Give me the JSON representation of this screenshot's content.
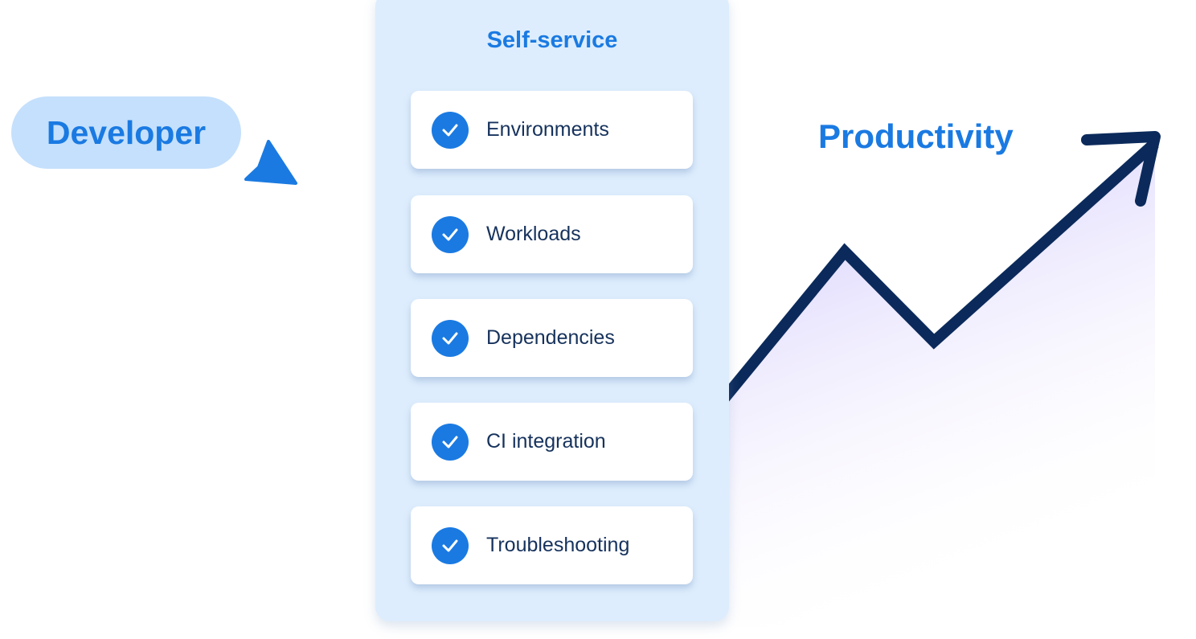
{
  "developer": {
    "label": "Developer"
  },
  "productivity": {
    "label": "Productivity"
  },
  "self_service": {
    "title": "Self-service",
    "items": [
      {
        "label": "Environments"
      },
      {
        "label": "Workloads"
      },
      {
        "label": "Dependencies"
      },
      {
        "label": "CI integration"
      },
      {
        "label": "Troubleshooting"
      }
    ]
  },
  "colors": {
    "accent": "#1a7ae2",
    "panel": "#ddedfd",
    "pill": "#c5e0fc",
    "line": "#0b2a5b",
    "text": "#16325c"
  }
}
